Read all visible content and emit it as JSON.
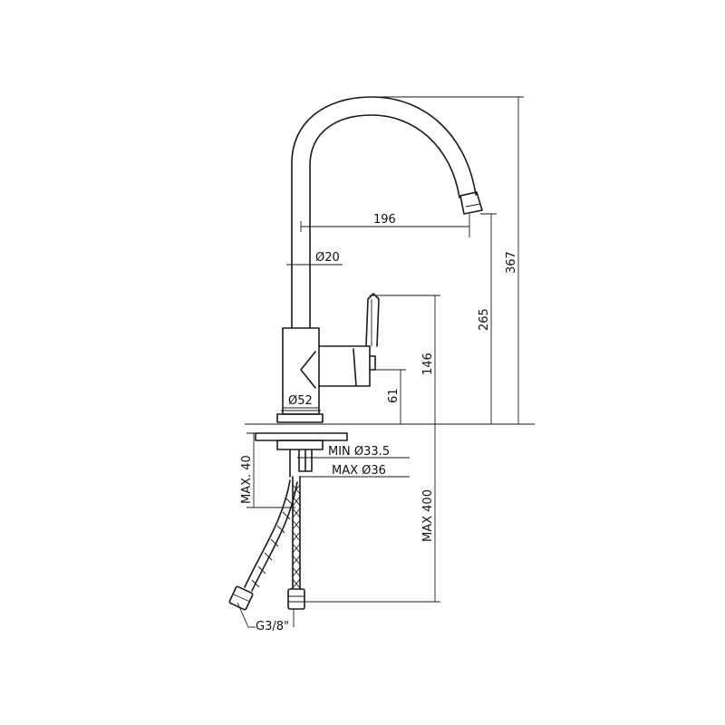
{
  "dimensions": {
    "spout_reach": "196",
    "spout_diameter": "Ø20",
    "base_diameter": "Ø52",
    "total_height": "367",
    "spout_height": "265",
    "handle_height": "146",
    "body_height": "61",
    "hole_min": "MIN Ø33.5",
    "hole_max": "MAX Ø36",
    "deck_thickness": "MAX. 40",
    "hose_length": "MAX 400",
    "hose_thread": "G3/8\""
  }
}
